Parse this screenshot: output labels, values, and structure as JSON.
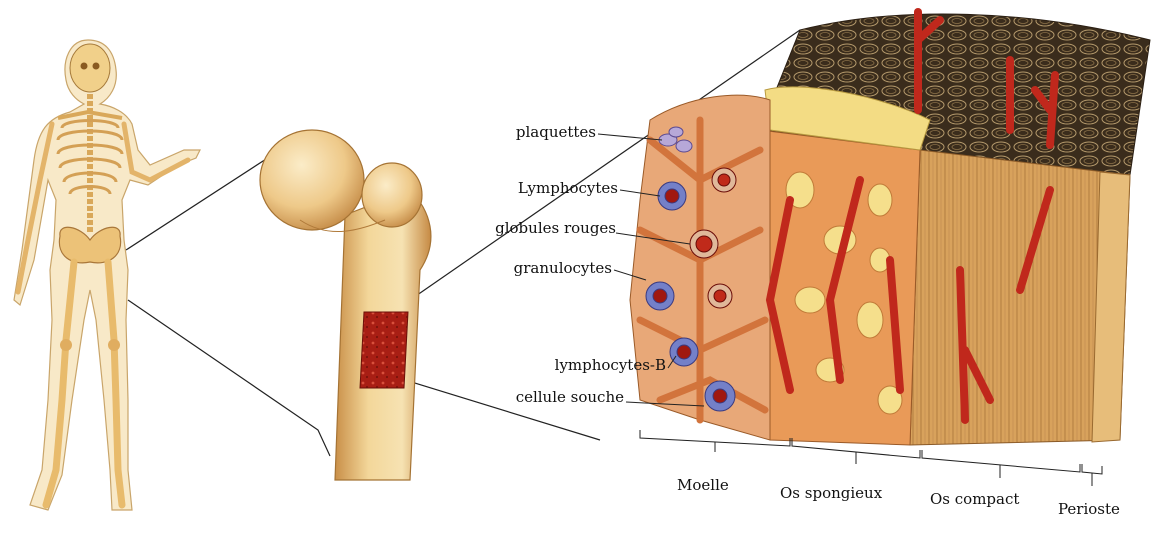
{
  "cell_labels": [
    {
      "id": "plaquettes",
      "text": "plaquettes"
    },
    {
      "id": "lymphocytes",
      "text": "Lymphocytes"
    },
    {
      "id": "globules-rouges",
      "text": "globules rouges"
    },
    {
      "id": "granulocytes",
      "text": "granulocytes"
    },
    {
      "id": "lymphocytes-b",
      "text": "lymphocytes-B"
    },
    {
      "id": "cellule-souche",
      "text": "cellule souche"
    }
  ],
  "layer_labels": [
    {
      "id": "moelle",
      "text": "Moelle"
    },
    {
      "id": "os-spongieux",
      "text": "Os spongieux"
    },
    {
      "id": "os-compact",
      "text": "Os compact"
    },
    {
      "id": "perioste",
      "text": "Perioste"
    }
  ],
  "colors": {
    "bone": "#f0cf8a",
    "bone_dark": "#c8924a",
    "marrow_red": "#b82418",
    "vessel_red": "#c0281c",
    "spongy_yellow": "#f3dc84",
    "compact_tan": "#d9a35c",
    "cell_blue": "#6f78c4",
    "trabecula_orange": "#e08a50"
  }
}
